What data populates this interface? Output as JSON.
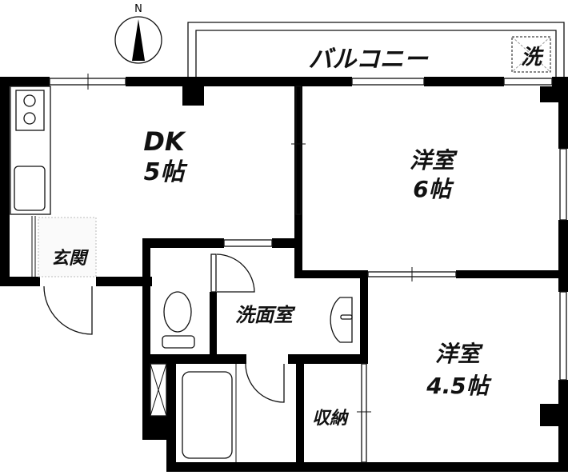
{
  "compass": {
    "label": "N"
  },
  "balcony": {
    "label": "バルコニー",
    "washer_label": "洗"
  },
  "rooms": {
    "dk": {
      "name": "DK",
      "size": "5帖"
    },
    "western1": {
      "name": "洋室",
      "size": "6帖"
    },
    "western2": {
      "name": "洋室",
      "size": "4.5帖"
    },
    "entrance": {
      "name": "玄関"
    },
    "washroom": {
      "name": "洗面室"
    },
    "storage": {
      "name": "収納"
    }
  }
}
